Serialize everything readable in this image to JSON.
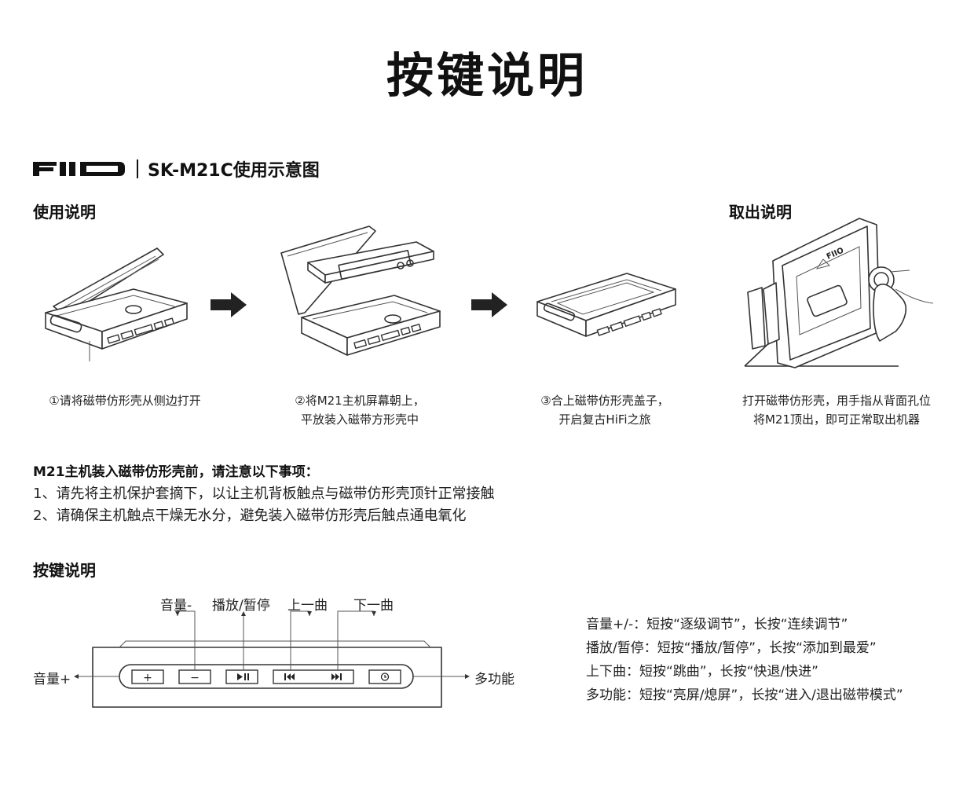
{
  "title": "按键说明",
  "brand": {
    "subtitle": "SK-M21C使用示意图"
  },
  "usage": {
    "heading": "使用说明",
    "steps": [
      {
        "line1": "①请将磁带仿形壳从侧边打开",
        "line2": ""
      },
      {
        "line1": "②将M21主机屏幕朝上，",
        "line2": "平放装入磁带方形壳中"
      },
      {
        "line1": "③合上磁带仿形壳盖子，",
        "line2": "开启复古HiFi之旅"
      }
    ]
  },
  "removal": {
    "heading": "取出说明",
    "line1": "打开磁带仿形壳，用手指从背面孔位",
    "line2": "将M21顶出，即可正常取出机器"
  },
  "notes": {
    "heading": "M21主机装入磁带仿形壳前，请注意以下事项：",
    "items": [
      "1、请先将主机保护套摘下，以让主机背板触点与磁带仿形壳顶针正常接触",
      "2、请确保主机触点干燥无水分，避免装入磁带仿形壳后触点通电氧化"
    ]
  },
  "buttons": {
    "heading": "按键说明",
    "labels": {
      "vol_down": "音量-",
      "play_pause": "播放/暂停",
      "prev": "上一曲",
      "next": "下一曲",
      "vol_up": "音量+",
      "multi": "多功能"
    },
    "descriptions": [
      "音量+/-：短按“逐级调节”，长按“连续调节”",
      "播放/暂停：短按“播放/暂停”，长按“添加到最爱”",
      "上下曲：短按“跳曲”，长按“快退/快进”",
      "多功能：短按“亮屏/熄屏”，长按“进入/退出磁带模式”"
    ]
  }
}
